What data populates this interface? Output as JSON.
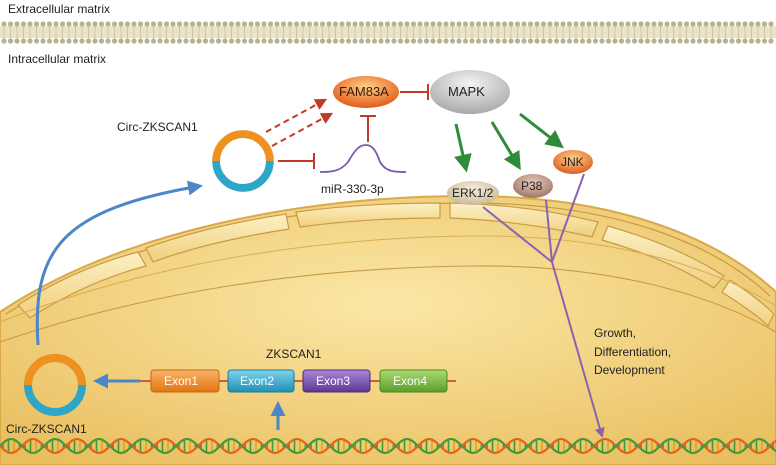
{
  "labels": {
    "extracellular": "Extracellular matrix",
    "intracellular": "Intracellular matrix",
    "circ_top": "Circ-ZKSCAN1",
    "circ_bottom": "Circ-ZKSCAN1",
    "mirna": "miR-330-3p",
    "gene": "ZKSCAN1",
    "outcome": [
      "Growth,",
      "Differentiation,",
      "Development"
    ]
  },
  "nodes": {
    "fam83a": "FAM83A",
    "mapk": "MAPK",
    "erk": "ERK1/2",
    "p38": "P38",
    "jnk": "JNK"
  },
  "exons": [
    {
      "label": "Exon1",
      "color": "#f08a24"
    },
    {
      "label": "Exon2",
      "color": "#2aa7c9"
    },
    {
      "label": "Exon3",
      "color": "#7b4fb5"
    },
    {
      "label": "Exon4",
      "color": "#7dbb3f"
    }
  ],
  "colors": {
    "inhibition": "#c0392b",
    "activation": "#2e8b3a",
    "transport": "#4a86c8",
    "signal": "#8a62b0",
    "nucleus": "#f6dc8e",
    "cell": "#f2cf7a",
    "circ_orange": "#f0901e",
    "circ_blue": "#2ea6c8"
  }
}
